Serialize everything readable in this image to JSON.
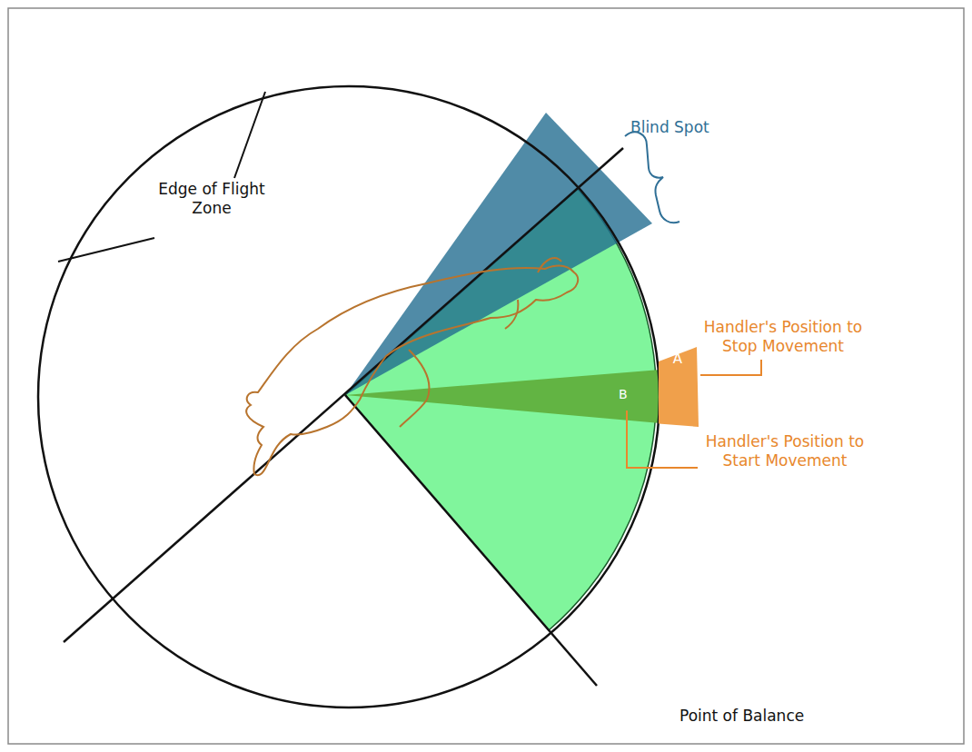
{
  "diagram": {
    "nodes": [
      {
        "text": [
          "A"
        ]
      }
    ],
    "labels": [
      "Edge of Flight Zone",
      "Blind Spot",
      "Handler's Position to Stop Movement",
      "B",
      "Handler's Position to Start Movement",
      "Point of Balance"
    ]
  }
}
